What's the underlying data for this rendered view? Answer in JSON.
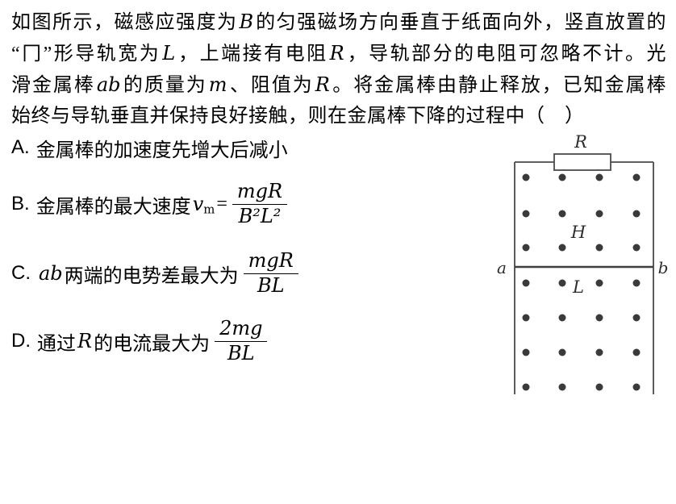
{
  "problem": {
    "lines": [
      {
        "justify": true,
        "segments": [
          {
            "t": "如图所示，磁感应强度为"
          },
          {
            "t": "B",
            "v": 1
          },
          {
            "t": "的匀强磁场方向垂直于纸面向外，竖直放置的"
          }
        ]
      },
      {
        "justify": true,
        "segments": [
          {
            "t": "“冂”形导轨宽为"
          },
          {
            "t": "L",
            "v": 1
          },
          {
            "t": "，上端接有电阻"
          },
          {
            "t": "R",
            "v": 1
          },
          {
            "t": "，导轨部分的电阻可忽略不计。光"
          }
        ]
      },
      {
        "justify": true,
        "segments": [
          {
            "t": "滑金属棒"
          },
          {
            "t": "ab",
            "v": 1
          },
          {
            "t": "的质量为"
          },
          {
            "t": "m",
            "v": 1
          },
          {
            "t": "、阻值为"
          },
          {
            "t": "R",
            "v": 1
          },
          {
            "t": "。将金属棒由静止释放，已知金属棒"
          }
        ]
      },
      {
        "justify": false,
        "segments": [
          {
            "t": "始终与导轨垂直并保持良好接触，则在金属棒下降的过程中（　）"
          }
        ]
      }
    ]
  },
  "options": [
    {
      "key": "a",
      "label": "A.",
      "segments": [
        {
          "t": "金属棒的加速度先增大后减小"
        }
      ]
    },
    {
      "key": "b",
      "label": "B.",
      "segments": [
        {
          "t": "金属棒的最大速度"
        },
        {
          "t": "v",
          "v": 1,
          "sub": "m"
        },
        {
          "t": " = "
        },
        {
          "frac": {
            "num": "mgR",
            "den": "B²L²"
          }
        }
      ]
    },
    {
      "key": "c",
      "label": "C.",
      "segments": [
        {
          "t": "ab",
          "v": 1
        },
        {
          "t": "两端的电势差最大为"
        },
        {
          "frac": {
            "num": "mgR",
            "den": "BL"
          }
        }
      ]
    },
    {
      "key": "d",
      "label": "D.",
      "segments": [
        {
          "t": "通过"
        },
        {
          "t": "R",
          "v": 1
        },
        {
          "t": "的电流最大为"
        },
        {
          "frac": {
            "num": "2mg",
            "den": "BL"
          }
        }
      ]
    }
  ],
  "diagram": {
    "resistor_label": "R",
    "bar_left_label": "a",
    "bar_right_label": "b",
    "upper_region_label": "H",
    "lower_region_label": "L",
    "field_symbol": "dot-out-of-page",
    "dots": {
      "cols": 4,
      "rows": 7
    },
    "colors": {
      "line": "#4a4a4a",
      "dot": "#3a3a3a",
      "resistor_fill": "#ffffff"
    }
  }
}
